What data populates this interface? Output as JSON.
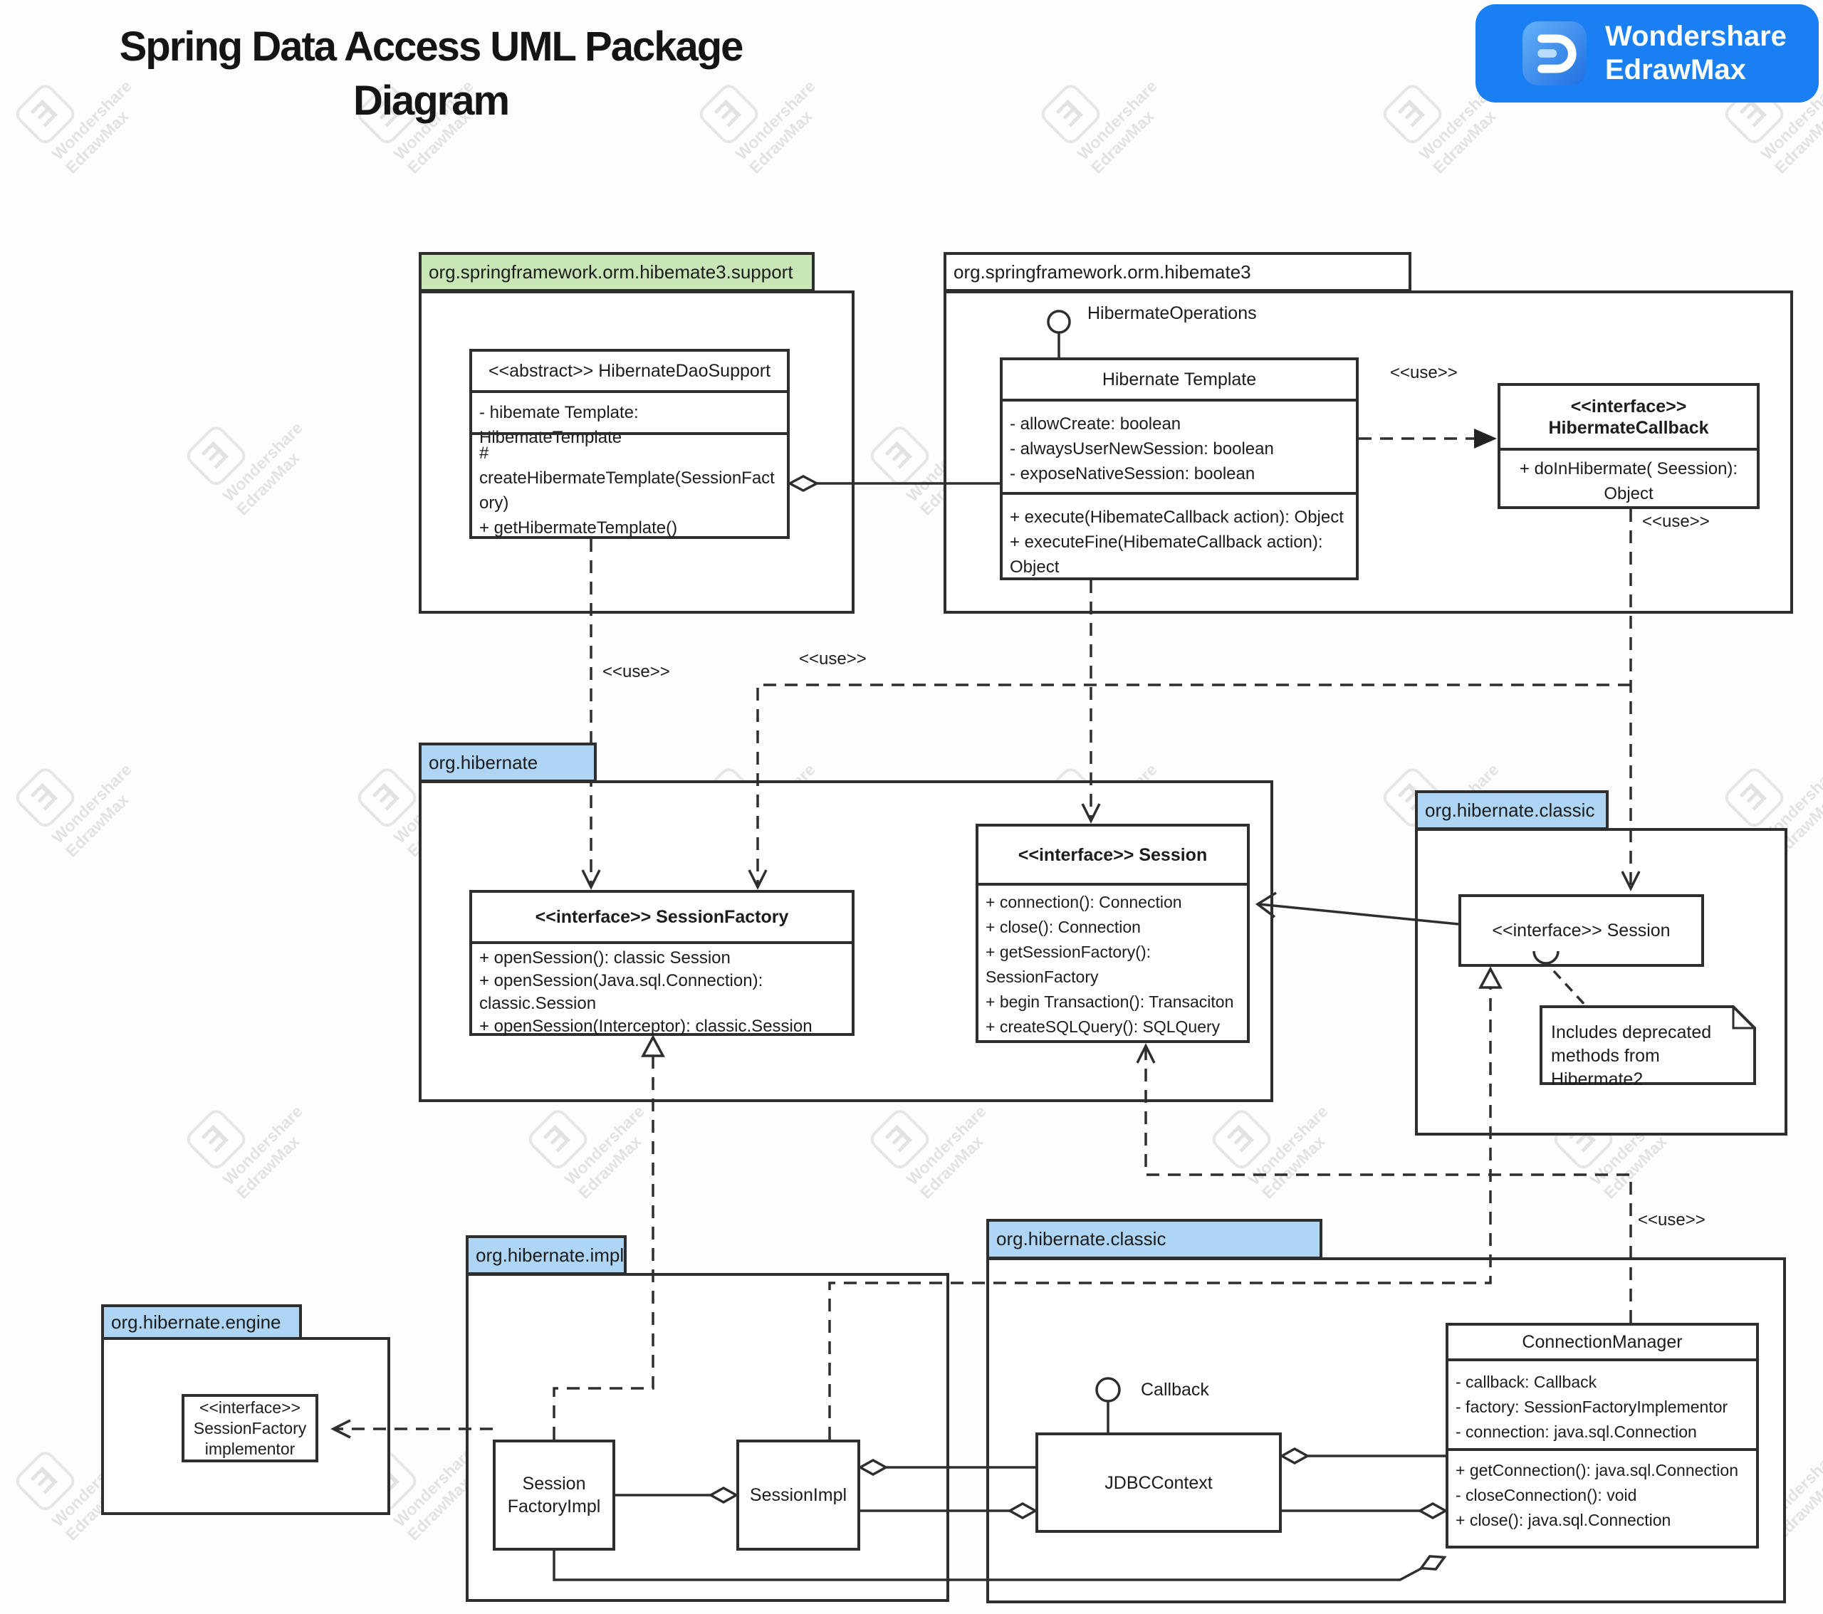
{
  "title": "Spring Data Access UML Package Diagram",
  "brand": {
    "line1": "Wondershare",
    "line2": "EdrawMax"
  },
  "watermark": {
    "line1": "Wondershare",
    "line2": "EdrawMax",
    "glyph": "Ǝ"
  },
  "labels": {
    "use": "<<use>>"
  },
  "packages": {
    "support": {
      "name": "org.springframework.orm.hibemate3.support",
      "color": "#c9e7b6"
    },
    "hibernate3": {
      "name": "org.springframework.orm.hibemate3",
      "color": "#ffffff"
    },
    "hibernate": {
      "name": "org.hibernate",
      "color": "#aed5f4"
    },
    "classicTop": {
      "name": "org.hibernate.classic",
      "color": "#aed5f4"
    },
    "impl": {
      "name": "org.hibernate.impl",
      "color": "#aed5f4"
    },
    "classicBottom": {
      "name": "org.hibernate.classic",
      "color": "#aed5f4"
    },
    "engine": {
      "name": "org.hibernate.engine",
      "color": "#aed5f4"
    }
  },
  "lollipops": {
    "hibermateOperations": "HibermateOperations",
    "callback": "Callback"
  },
  "classes": {
    "daoSupport": {
      "title": "<<abstract>> HibernateDaoSupport",
      "attributes": [
        "- hibemate Template: HibemateTemplate"
      ],
      "methods": [
        "# createHibermateTemplate(SessionFactory)",
        "+ getHibermateTemplate()"
      ]
    },
    "hibernateTemplate": {
      "title": "Hibernate Template",
      "attributes": [
        "- allowCreate: boolean",
        "- alwaysUserNewSession: boolean",
        "- exposeNativeSession: boolean"
      ],
      "methods": [
        "+ execute(HibemateCallback action): Object",
        "+ executeFine(HibemateCallback action): Object"
      ]
    },
    "hibermateCallback": {
      "stereotype": "<<interface>>",
      "title": "HibermateCallback",
      "methods": [
        "+ doInHibermate( Seession): Object"
      ]
    },
    "sessionFactory": {
      "title": "<<interface>> SessionFactory",
      "methods": [
        "+ openSession(): classic Session",
        "+ openSession(Java.sql.Connection): classic.Session",
        "+ openSession(Interceptor): classic.Session"
      ]
    },
    "session": {
      "title": "<<interface>> Session",
      "methods": [
        "+ connection(): Connection",
        "+ close(): Connection",
        "+ getSessionFactory(): SessionFactory",
        "+ begin Transaction(): Transaciton",
        "+ createSQLQuery(): SQLQuery"
      ]
    },
    "classicSession": {
      "title": "<<interface>> Session"
    },
    "sessionFactoryImplementor": {
      "title": "<<interface>> SessionFactory implementor"
    },
    "sessionFactoryImpl": {
      "title": "Session FactoryImpl"
    },
    "sessionImpl": {
      "title": "SessionImpl"
    },
    "jdbcContext": {
      "title": "JDBCContext"
    },
    "connectionManager": {
      "title": "ConnectionManager",
      "attributes": [
        "- callback: Callback",
        "- factory: SessionFactoryImplementor",
        "- connection: java.sql.Connection"
      ],
      "methods": [
        "+ getConnection(): java.sql.Connection",
        "- closeConnection(): void",
        "+ close(): java.sql.Connection"
      ]
    }
  },
  "note": {
    "text": "Includes deprecated methods from Hibermate2"
  }
}
